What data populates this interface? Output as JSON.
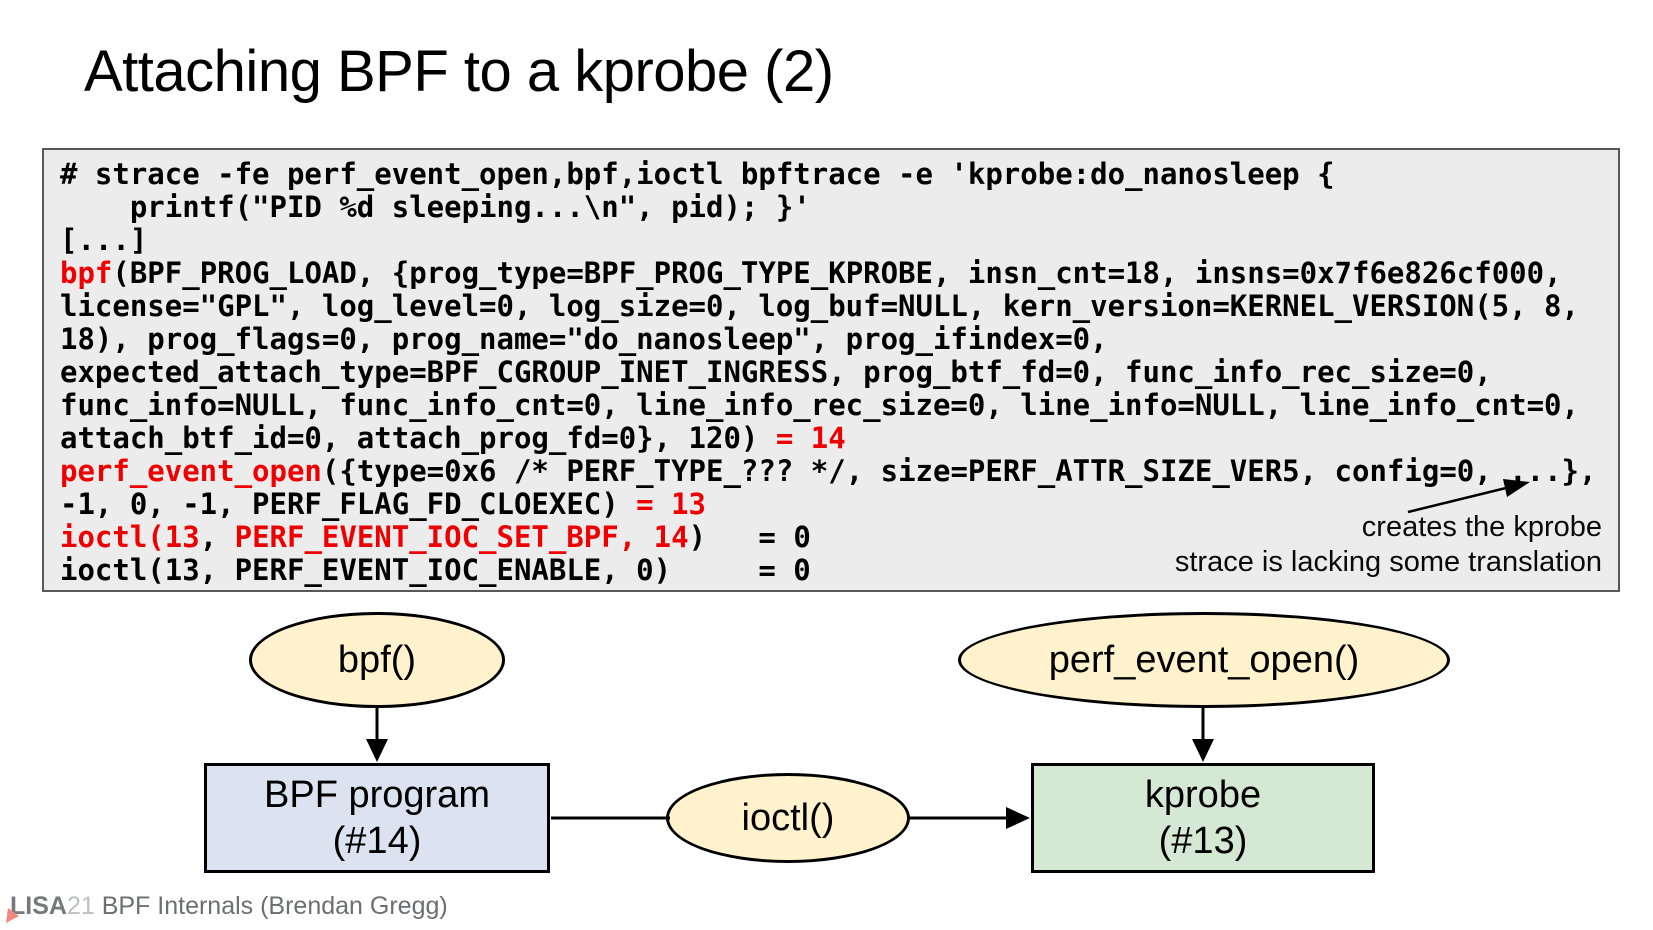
{
  "slide": {
    "title": "Attaching BPF to a kprobe (2)"
  },
  "terminal": {
    "lines": [
      {
        "segments": [
          {
            "t": "# strace -fe perf_event_open,bpf,ioctl bpftrace -e 'kprobe:do_nanosleep {",
            "c": "k"
          }
        ]
      },
      {
        "segments": [
          {
            "t": "    printf(\"PID %d sleeping...\\n\", pid); }'",
            "c": "k"
          }
        ]
      },
      {
        "segments": [
          {
            "t": "[...]",
            "c": "k"
          }
        ]
      },
      {
        "segments": [
          {
            "t": "bpf",
            "c": "r"
          },
          {
            "t": "(BPF_PROG_LOAD, {prog_type=BPF_PROG_TYPE_KPROBE, insn_cnt=18, insns=0x7f6e826cf000,",
            "c": "k"
          }
        ]
      },
      {
        "segments": [
          {
            "t": "license=\"GPL\", log_level=0, log_size=0, log_buf=NULL, kern_version=KERNEL_VERSION(5, 8,",
            "c": "k"
          }
        ]
      },
      {
        "segments": [
          {
            "t": "18), prog_flags=0, prog_name=\"do_nanosleep\", prog_ifindex=0,",
            "c": "k"
          }
        ]
      },
      {
        "segments": [
          {
            "t": "expected_attach_type=BPF_CGROUP_INET_INGRESS, prog_btf_fd=0, func_info_rec_size=0,",
            "c": "k"
          }
        ]
      },
      {
        "segments": [
          {
            "t": "func_info=NULL, func_info_cnt=0, line_info_rec_size=0, line_info=NULL, line_info_cnt=0,",
            "c": "k"
          }
        ]
      },
      {
        "segments": [
          {
            "t": "attach_btf_id=0, attach_prog_fd=0}, 120) ",
            "c": "k"
          },
          {
            "t": "= 14",
            "c": "r"
          }
        ]
      },
      {
        "segments": [
          {
            "t": "perf_event_open",
            "c": "r"
          },
          {
            "t": "({type=0x6 /* PERF_TYPE_??? */, size=PERF_ATTR_SIZE_VER5, config=0, ...},",
            "c": "k"
          }
        ]
      },
      {
        "segments": [
          {
            "t": "-1, 0, -1, PERF_FLAG_FD_CLOEXEC) ",
            "c": "k"
          },
          {
            "t": "= 13",
            "c": "r"
          }
        ]
      },
      {
        "segments": [
          {
            "t": "ioctl(13",
            "c": "r"
          },
          {
            "t": ", ",
            "c": "k"
          },
          {
            "t": "PERF_EVENT_IOC_SET_BPF, 14",
            "c": "r"
          },
          {
            "t": ")   = 0",
            "c": "k"
          }
        ]
      },
      {
        "segments": [
          {
            "t": "ioctl(13, PERF_EVENT_IOC_ENABLE, 0)     = 0",
            "c": "k"
          }
        ]
      }
    ],
    "annotation_line1": "creates the kprobe",
    "annotation_line2": "strace is lacking some translation"
  },
  "diagram": {
    "bpf_label": "bpf()",
    "perf_label": "perf_event_open()",
    "ioctl_label": "ioctl()",
    "program_line1": "BPF program",
    "program_line2": "(#14)",
    "kprobe_line1": "kprobe",
    "kprobe_line2": "(#13)"
  },
  "footer": {
    "conference": "LISA",
    "year": "21",
    "text": " BPF Internals (Brendan Gregg)"
  },
  "colors": {
    "code_red": "#ee0000",
    "terminal_bg": "#ececec",
    "terminal_border": "#58585a",
    "ellipse_fill": "#fff2cc",
    "program_box_fill": "#dbe3f0",
    "kprobe_box_fill": "#d5e8d4",
    "lisa_gray": "#77787b",
    "year_gray": "#bdbfc1",
    "footer_gray": "#6d6e71",
    "corner_mark": "#f0897c"
  }
}
